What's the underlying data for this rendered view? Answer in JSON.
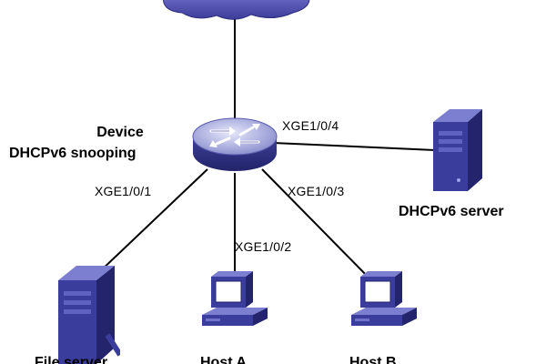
{
  "device": {
    "name": "Device",
    "role": "DHCPv6 snooping"
  },
  "ports": {
    "p1": "XGE1/0/1",
    "p2": "XGE1/0/2",
    "p3": "XGE1/0/3",
    "p4": "XGE1/0/4"
  },
  "nodes": {
    "dhcp_server": "DHCPv6 server",
    "file_server": "File server",
    "host_a": "Host A",
    "host_b": "Host B"
  },
  "icons": {
    "cloud": "cloud-icon",
    "switch": "switch-icon",
    "server": "server-icon",
    "host": "host-pc-icon"
  },
  "colors": {
    "device_blue": "#3c3c9f",
    "switch_light": "#c4c6ea",
    "cloud_blue": "#4a4aa8",
    "link": "#000000"
  }
}
